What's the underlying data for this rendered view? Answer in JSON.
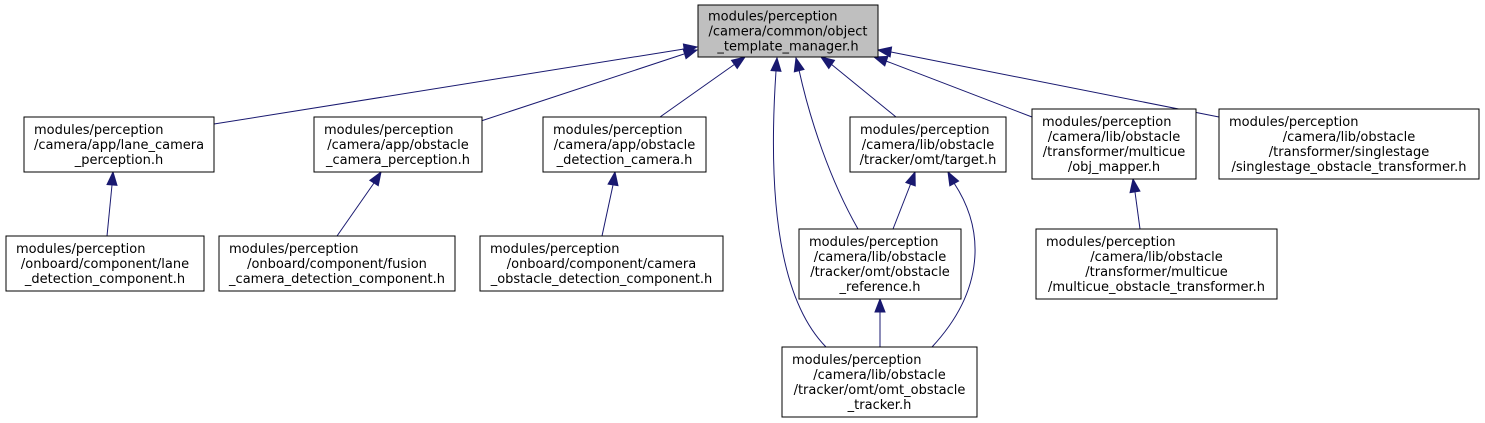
{
  "graph": {
    "edge_color": "#191970",
    "root_fill": "#bfbfbf",
    "nodes": [
      {
        "id": "root",
        "lines": [
          "modules/perception",
          "/camera/common/object",
          "_template_manager.h"
        ]
      },
      {
        "id": "lane_camera_perception",
        "lines": [
          "modules/perception",
          "/camera/app/lane_camera",
          "_perception.h"
        ]
      },
      {
        "id": "obstacle_camera_perception",
        "lines": [
          "modules/perception",
          "/camera/app/obstacle",
          "_camera_perception.h"
        ]
      },
      {
        "id": "obstacle_detection_camera",
        "lines": [
          "modules/perception",
          "/camera/app/obstacle",
          "_detection_camera.h"
        ]
      },
      {
        "id": "omt_target",
        "lines": [
          "modules/perception",
          "/camera/lib/obstacle",
          "/tracker/omt/target.h"
        ]
      },
      {
        "id": "obj_mapper",
        "lines": [
          "modules/perception",
          "/camera/lib/obstacle",
          "/transformer/multicue",
          "/obj_mapper.h"
        ]
      },
      {
        "id": "singlestage_transformer",
        "lines": [
          "modules/perception",
          "/camera/lib/obstacle",
          "/transformer/singlestage",
          "/singlestage_obstacle_transformer.h"
        ]
      },
      {
        "id": "lane_detection_component",
        "lines": [
          "modules/perception",
          "/onboard/component/lane",
          "_detection_component.h"
        ]
      },
      {
        "id": "fusion_camera_detection_component",
        "lines": [
          "modules/perception",
          "/onboard/component/fusion",
          "_camera_detection_component.h"
        ]
      },
      {
        "id": "camera_obstacle_detection_component",
        "lines": [
          "modules/perception",
          "/onboard/component/camera",
          "_obstacle_detection_component.h"
        ]
      },
      {
        "id": "omt_obstacle_reference",
        "lines": [
          "modules/perception",
          "/camera/lib/obstacle",
          "/tracker/omt/obstacle",
          "_reference.h"
        ]
      },
      {
        "id": "multicue_transformer",
        "lines": [
          "modules/perception",
          "/camera/lib/obstacle",
          "/transformer/multicue",
          "/multicue_obstacle_transformer.h"
        ]
      },
      {
        "id": "omt_obstacle_tracker",
        "lines": [
          "modules/perception",
          "/camera/lib/obstacle",
          "/tracker/omt/omt_obstacle",
          "_tracker.h"
        ]
      }
    ],
    "edges": [
      {
        "from": "lane_camera_perception",
        "to": "root"
      },
      {
        "from": "obstacle_camera_perception",
        "to": "root"
      },
      {
        "from": "obstacle_detection_camera",
        "to": "root"
      },
      {
        "from": "omt_target",
        "to": "root"
      },
      {
        "from": "obj_mapper",
        "to": "root"
      },
      {
        "from": "singlestage_transformer",
        "to": "root"
      },
      {
        "from": "omt_obstacle_reference",
        "to": "root"
      },
      {
        "from": "omt_obstacle_tracker",
        "to": "root"
      },
      {
        "from": "lane_detection_component",
        "to": "lane_camera_perception"
      },
      {
        "from": "fusion_camera_detection_component",
        "to": "obstacle_camera_perception"
      },
      {
        "from": "camera_obstacle_detection_component",
        "to": "obstacle_detection_camera"
      },
      {
        "from": "omt_obstacle_reference",
        "to": "omt_target"
      },
      {
        "from": "omt_obstacle_tracker",
        "to": "omt_target"
      },
      {
        "from": "omt_obstacle_tracker",
        "to": "omt_obstacle_reference"
      },
      {
        "from": "multicue_transformer",
        "to": "obj_mapper"
      }
    ]
  }
}
